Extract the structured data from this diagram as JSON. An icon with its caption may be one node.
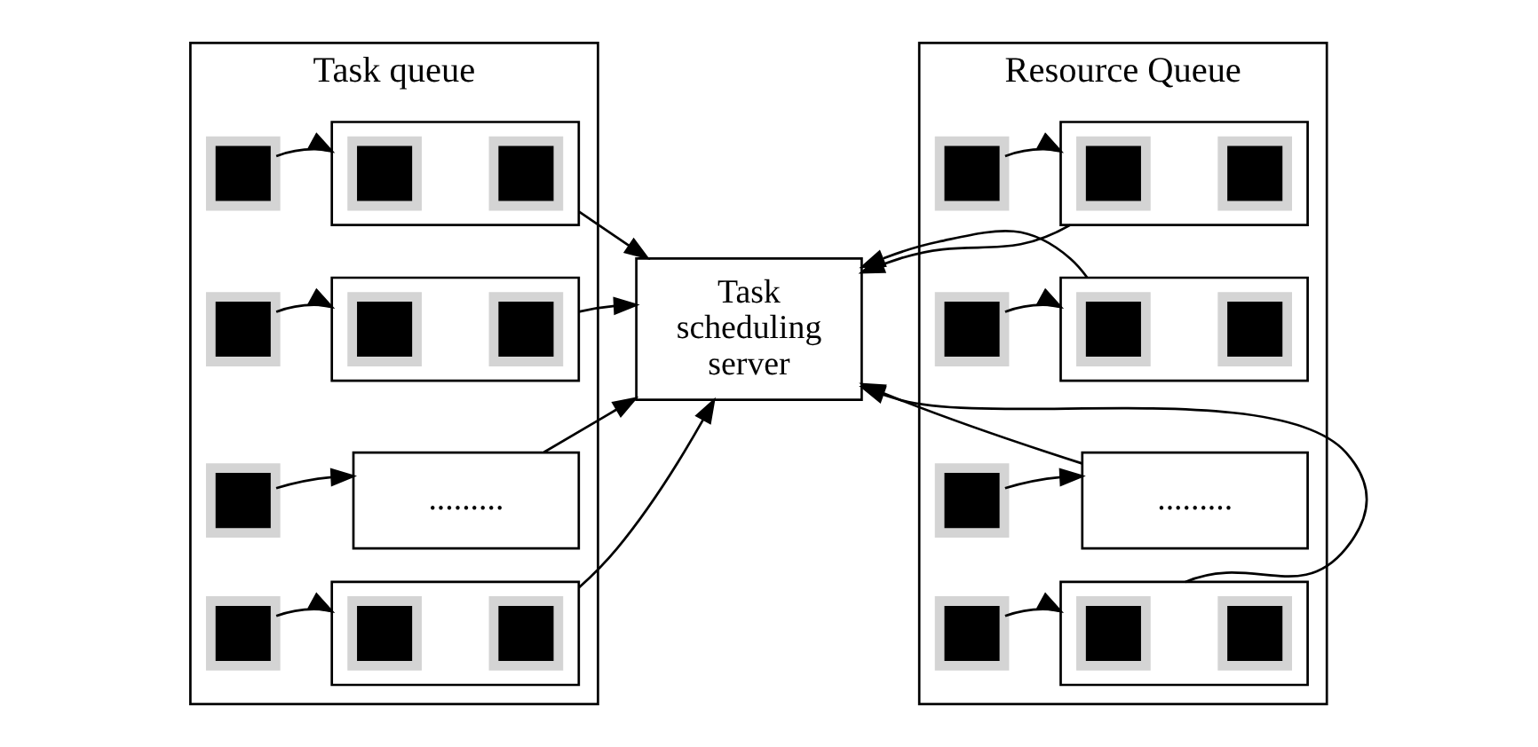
{
  "diagram": {
    "nodes": [
      {
        "text": [
          "Task queue"
        ]
      },
      {
        "text": [],
        "shape": "box",
        "in": 0
      },
      {
        "text": [],
        "shape": "box",
        "in": 0
      },
      {
        "text": [],
        "shape": "box",
        "in": 2
      },
      {
        "text": [],
        "shape": "box",
        "in": 2
      },
      {
        "text": [],
        "shape": "box",
        "in": 0
      },
      {
        "text": [],
        "shape": "box",
        "in": 0
      },
      {
        "text": [],
        "shape": "box",
        "in": 6
      },
      {
        "text": [],
        "shape": "box",
        "in": 6
      },
      {
        "text": [],
        "shape": "box",
        "in": 0
      },
      {
        "text": [
          "........."
        ],
        "in": 0
      },
      {
        "text": [],
        "shape": "box",
        "in": 0
      },
      {
        "text": [],
        "shape": "box",
        "in": 0
      },
      {
        "text": [],
        "shape": "box",
        "in": 12
      },
      {
        "text": [],
        "shape": "box",
        "in": 12
      },
      {
        "text": [
          "Task scheduling server"
        ]
      },
      {
        "text": [
          "Resource Queue"
        ]
      },
      {
        "text": [],
        "shape": "box",
        "in": 16
      },
      {
        "text": [],
        "shape": "box",
        "in": 17
      },
      {
        "text": [],
        "shape": "box",
        "in": 17
      },
      {
        "text": [],
        "shape": "box",
        "in": 16
      },
      {
        "text": [],
        "shape": "box",
        "in": 16
      },
      {
        "text": [],
        "shape": "box",
        "in": 21
      },
      {
        "text": [],
        "shape": "box",
        "in": 21
      },
      {
        "text": [],
        "shape": "box",
        "in": 16
      },
      {
        "text": [
          "........."
        ],
        "in": 16
      },
      {
        "text": [],
        "shape": "box",
        "in": 16
      },
      {
        "text": [],
        "shape": "box",
        "in": 16
      },
      {
        "text": [],
        "shape": "box",
        "in": 27
      },
      {
        "text": [],
        "shape": "box",
        "in": 27
      },
      {
        "text": [],
        "shape": "box",
        "in": 16
      }
    ],
    "edges": [
      {
        "from": 1,
        "to": 2,
        "arrow": "to"
      },
      {
        "from": 5,
        "to": 6,
        "arrow": "to"
      },
      {
        "from": 9,
        "to": 10,
        "arrow": "to"
      },
      {
        "from": 11,
        "to": 12,
        "arrow": "to"
      },
      {
        "from": 2,
        "to": 15,
        "arrow": "to"
      },
      {
        "from": 6,
        "to": 15,
        "arrow": "to"
      },
      {
        "from": 10,
        "to": 15,
        "arrow": "to"
      },
      {
        "from": 12,
        "to": 15,
        "arrow": "to"
      },
      {
        "from": 20,
        "to": 17,
        "arrow": "to"
      },
      {
        "from": 24,
        "to": 21,
        "arrow": "to"
      },
      {
        "from": 26,
        "to": 25,
        "arrow": "to"
      },
      {
        "from": 30,
        "to": 27,
        "arrow": "to"
      },
      {
        "from": 17,
        "to": 15,
        "arrow": "to"
      },
      {
        "from": 21,
        "to": 15,
        "arrow": "to"
      },
      {
        "from": 25,
        "to": 15,
        "arrow": "to"
      },
      {
        "from": 27,
        "to": 15,
        "arrow": "to"
      }
    ]
  }
}
